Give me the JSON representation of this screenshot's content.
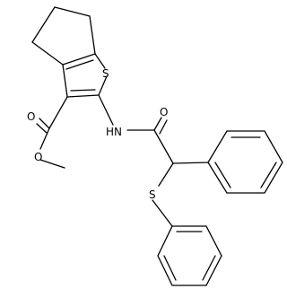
{
  "atoms": {
    "ring_sulfur": "S",
    "amide_nh": "HN",
    "amide_oxygen": "O",
    "ester_carbonyl_oxygen": "O",
    "ester_ether_oxygen": "O",
    "thioether_sulfur": "S"
  }
}
